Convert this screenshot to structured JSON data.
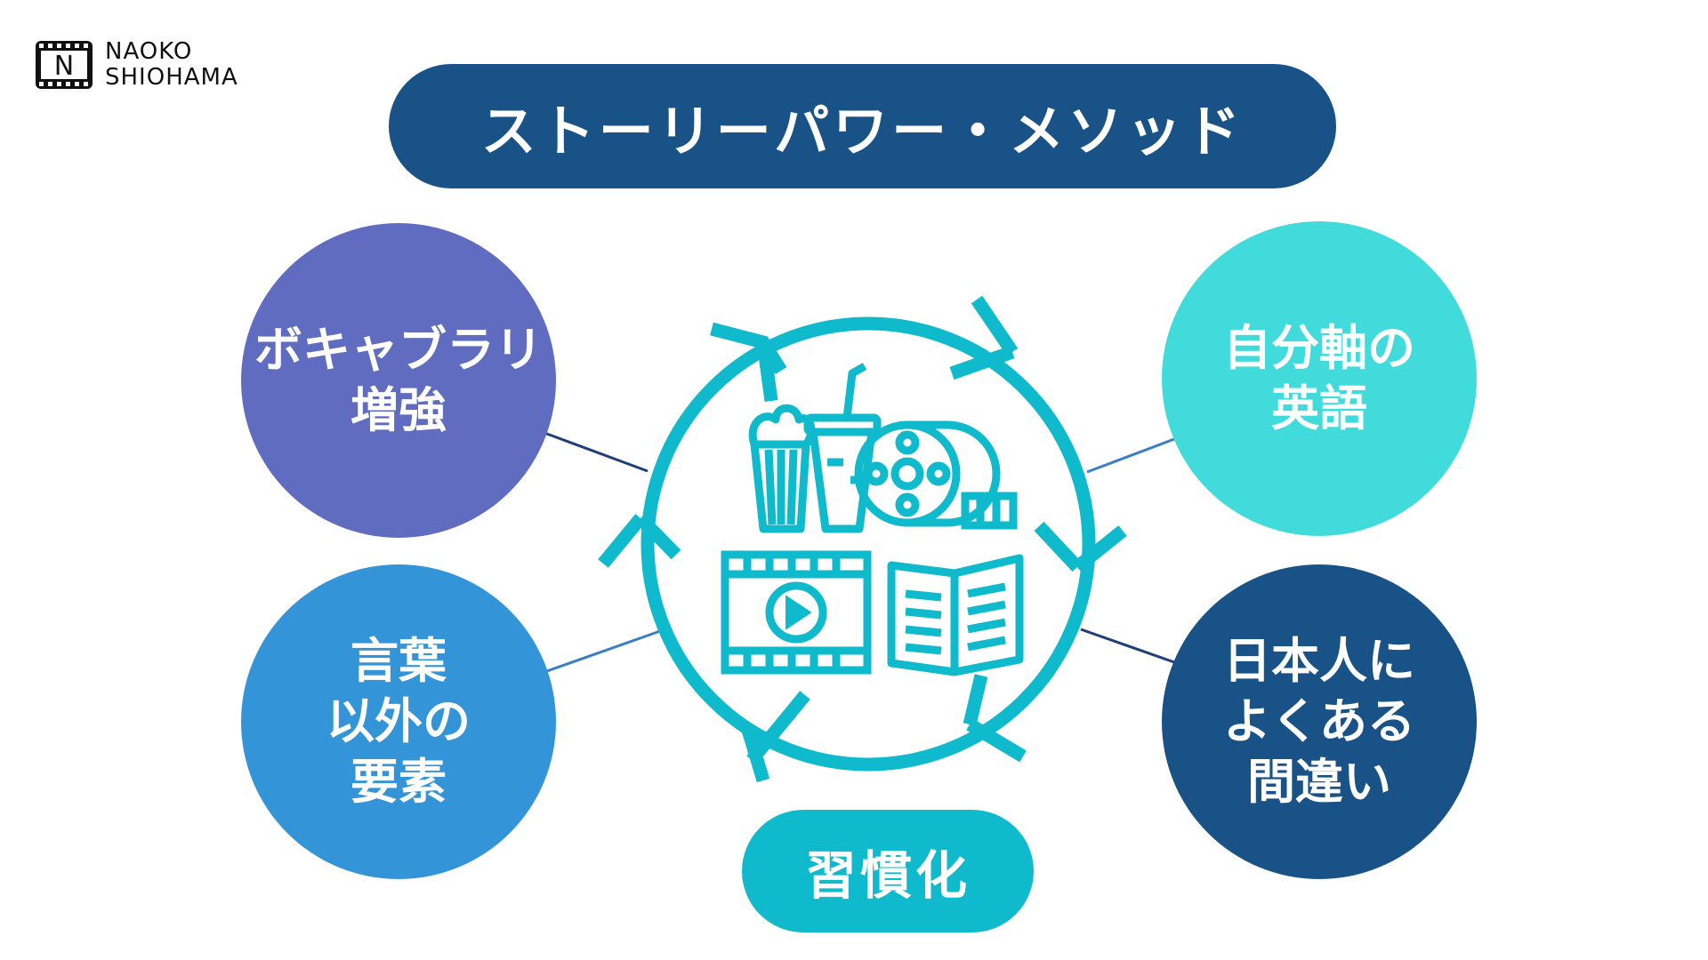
{
  "logo": {
    "letter": "N",
    "line1": "NAOKO",
    "line2": "SHIOHAMA"
  },
  "title": "ストーリーパワー・メソッド",
  "habit_label": "習慣化",
  "bubbles": {
    "vocab": {
      "lines": [
        "ボキャブラリ",
        "増強"
      ]
    },
    "nonverbal": {
      "lines": [
        "言葉",
        "以外の",
        "要素"
      ]
    },
    "selfaxis": {
      "lines": [
        "自分軸の",
        "英語"
      ]
    },
    "mistakes": {
      "lines": [
        "日本人に",
        "よくある",
        "間違い"
      ]
    }
  },
  "colors": {
    "title_bg": "#185287",
    "vocab": "#5F6CC0",
    "nonverbal": "#3494D8",
    "selfaxis": "#42DBDB",
    "mistakes": "#185287",
    "cycle": "#0EBACB",
    "habit_bg": "#0EBACB"
  },
  "icons": {
    "center": [
      "popcorn-icon",
      "drink-cup-icon",
      "film-reel-icon",
      "play-video-icon",
      "book-icon"
    ],
    "cycle": "cycle-arrows-icon"
  }
}
